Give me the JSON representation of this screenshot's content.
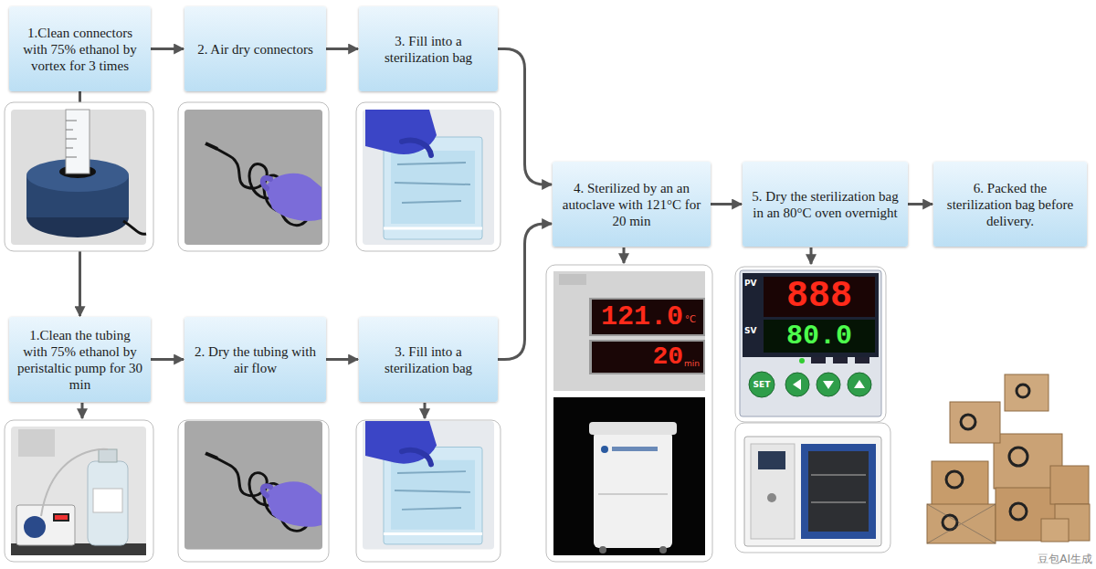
{
  "diagram": {
    "nodes": [
      {
        "text": [
          "1.Clean connectors with 75% ethanol by vortex for 3 times"
        ]
      },
      {
        "text": [
          "2. Air dry connectors"
        ]
      },
      {
        "text": [
          "3. Fill into a sterilization bag"
        ]
      },
      {
        "text": [
          "1.Clean the tubing with 75% ethanol by peristaltic pump for 30 min"
        ]
      },
      {
        "text": [
          "2. Dry the tubing with air flow"
        ]
      },
      {
        "text": [
          "3. Fill into a sterilization bag"
        ]
      },
      {
        "text": [
          "4. Sterilized by an an autoclave with 121°C for 20 min"
        ]
      },
      {
        "text": [
          "5. Dry the sterilization bag in an 80°C oven overnight"
        ]
      },
      {
        "text": [
          "6. Packed the sterilization bag before delivery."
        ]
      }
    ],
    "edges": [
      {
        "from": 0,
        "to": 1,
        "arrow": "to"
      },
      {
        "from": 1,
        "to": 2,
        "arrow": "to"
      },
      {
        "from": 2,
        "to": 6,
        "arrow": "to"
      },
      {
        "from": 0,
        "to": 3,
        "arrow": "to"
      },
      {
        "from": 3,
        "to": 4,
        "arrow": "to"
      },
      {
        "from": 4,
        "to": 5,
        "arrow": "to"
      },
      {
        "from": 5,
        "to": 6,
        "arrow": "to"
      },
      {
        "from": 6,
        "to": 7,
        "arrow": "to"
      },
      {
        "from": 7,
        "to": 8,
        "arrow": "to"
      }
    ],
    "labels": [
      "121.0",
      "°C",
      "20",
      "min",
      "PV",
      "SV",
      "888",
      "80.0",
      "SET",
      "豆包AI生成"
    ]
  }
}
